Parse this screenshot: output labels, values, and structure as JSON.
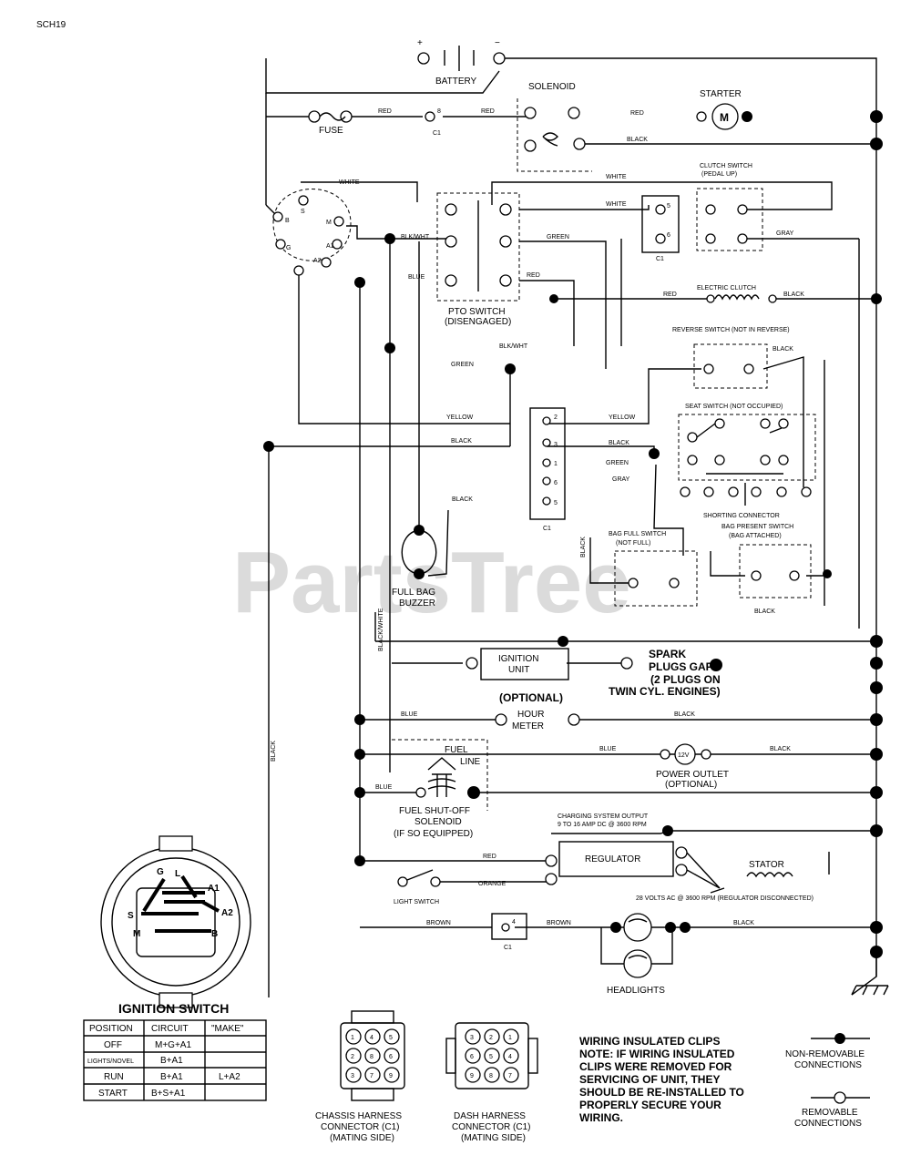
{
  "page_code": "SCH19",
  "battery": {
    "label": "BATTERY",
    "plus": "+",
    "minus": "−"
  },
  "solenoid": "SOLENOID",
  "starter": {
    "label": "STARTER",
    "symbol": "M"
  },
  "fuse": "FUSE",
  "wire_colors": {
    "red": "RED",
    "black": "BLACK",
    "white": "WHITE",
    "blk_wht": "BLK/WHT",
    "blue": "BLUE",
    "green": "GREEN",
    "yellow": "YELLOW",
    "gray": "GRAY",
    "orange": "ORANGE",
    "brown": "BROWN",
    "black_wht_long": "BLACK/WHITE"
  },
  "clutch_switch": {
    "line1": "CLUTCH SWITCH",
    "line2": "(PEDAL UP)"
  },
  "pto_switch": {
    "line1": "PTO SWITCH",
    "line2": "(DISENGAGED)"
  },
  "electric_clutch": "ELECTRIC CLUTCH",
  "reverse_switch": "REVERSE SWITCH (NOT IN REVERSE)",
  "seat_switch": "SEAT SWITCH (NOT OCCUPIED)",
  "shorting_connector": "SHORTING CONNECTOR",
  "bag_present_switch": {
    "line1": "BAG PRESENT SWITCH",
    "line2": "(BAG ATTACHED)"
  },
  "bag_full_switch": {
    "line1": "BAG FULL SWITCH",
    "line2": "(NOT FULL)"
  },
  "full_bag_buzzer": {
    "line1": "FULL BAG",
    "line2": "BUZZER"
  },
  "ignition_unit": {
    "line1": "IGNITION",
    "line2": "UNIT"
  },
  "spark_plugs": {
    "line1": "SPARK",
    "line2": "PLUGS GAP",
    "line3": "(2 PLUGS ON",
    "line4": "TWIN CYL. ENGINES)"
  },
  "hour_meter": {
    "optional": "(OPTIONAL)",
    "line1": "HOUR",
    "line2": "METER"
  },
  "fuel_line": {
    "line1": "FUEL",
    "line2": "LINE"
  },
  "power_outlet": {
    "symbol": "12V",
    "line1": "POWER OUTLET",
    "line2": "(OPTIONAL)"
  },
  "fuel_solenoid": {
    "line1": "FUEL SHUT-OFF",
    "line2": "SOLENOID",
    "line3": "(IF SO EQUIPPED)"
  },
  "charging": {
    "line1": "CHARGING SYSTEM OUTPUT",
    "line2": "9 TO 16 AMP DC @ 3600 RPM"
  },
  "regulator": "REGULATOR",
  "stator": {
    "label": "STATOR",
    "note": "28 VOLTS AC @ 3600 RPM (REGULATOR DISCONNECTED)"
  },
  "light_switch": "LIGHT SWITCH",
  "headlights": "HEADLIGHTS",
  "c1": "C1",
  "pins": {
    "one": "1",
    "two": "2",
    "three": "3",
    "four": "4",
    "five": "5",
    "six": "6",
    "eight": "8"
  },
  "ignition_switch": {
    "title": "IGNITION SWITCH",
    "terminals": {
      "g": "G",
      "l": "L",
      "a1": "A1",
      "a2": "A2",
      "s": "S",
      "m": "M",
      "b": "B"
    },
    "table": {
      "headers": [
        "POSITION",
        "CIRCUIT",
        "\"MAKE\""
      ],
      "rows": [
        [
          "OFF",
          "M+G+A1",
          ""
        ],
        [
          "LIGHTS/NOVEL",
          "B+A1",
          ""
        ],
        [
          "RUN",
          "B+A1",
          "L+A2"
        ],
        [
          "START",
          "B+S+A1",
          ""
        ]
      ]
    }
  },
  "chassis_connector": {
    "line1": "CHASSIS HARNESS",
    "line2": "CONNECTOR (C1)",
    "line3": "(MATING SIDE)"
  },
  "dash_connector": {
    "line1": "DASH HARNESS",
    "line2": "CONNECTOR (C1)",
    "line3": "(MATING SIDE)"
  },
  "connector_pins": {
    "chassis": [
      "1",
      "4",
      "5",
      "2",
      "8",
      "6",
      "3",
      "7",
      "9"
    ],
    "dash": [
      "3",
      "2",
      "1",
      "6",
      "5",
      "4",
      "9",
      "8",
      "7"
    ]
  },
  "note": {
    "l1": "WIRING INSULATED CLIPS",
    "l2": "NOTE: IF WIRING INSULATED",
    "l3": "CLIPS WERE REMOVED FOR",
    "l4": "SERVICING OF UNIT, THEY",
    "l5": "SHOULD BE RE-INSTALLED TO",
    "l6": "PROPERLY SECURE YOUR",
    "l7": "WIRING."
  },
  "legend": {
    "non_removable": {
      "line1": "NON-REMOVABLE",
      "line2": "CONNECTIONS"
    },
    "removable": {
      "line1": "REMOVABLE",
      "line2": "CONNECTIONS"
    }
  },
  "watermark": "PartsTree"
}
